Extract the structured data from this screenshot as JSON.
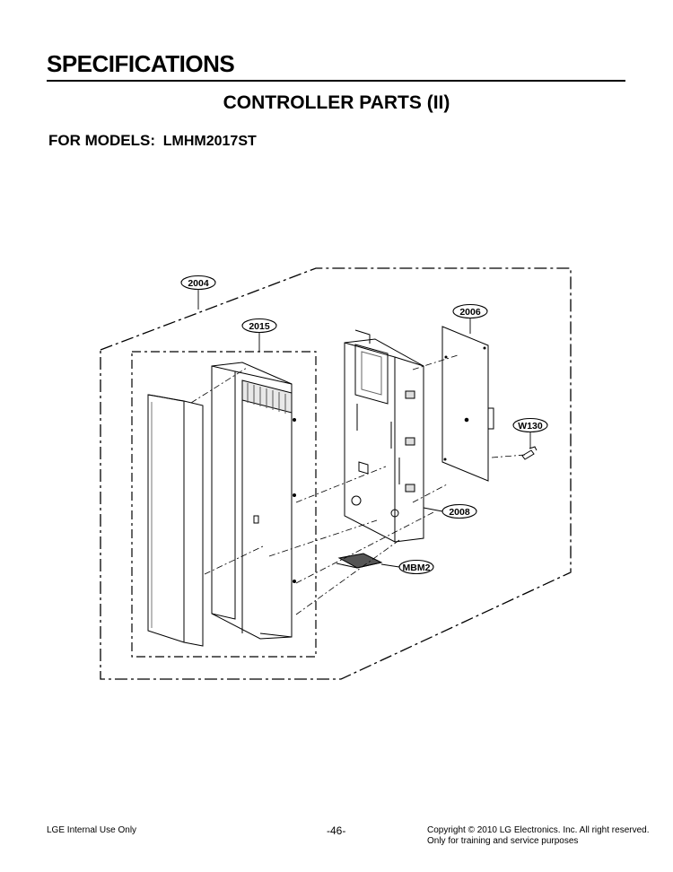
{
  "header": {
    "section_title": "SPECIFICATIONS",
    "subtitle": "CONTROLLER PARTS (II)",
    "models_label": "FOR MODELS:",
    "model": "LMHM2017ST"
  },
  "diagram": {
    "callouts": [
      "2004",
      "2015",
      "2006",
      "W130",
      "2008",
      "MBM2"
    ]
  },
  "footer": {
    "left": "LGE Internal Use Only",
    "page": "-46-",
    "copyright_line1": "Copyright © 2010 LG Electronics. Inc. All right reserved.",
    "copyright_line2": "Only for training and service purposes"
  }
}
